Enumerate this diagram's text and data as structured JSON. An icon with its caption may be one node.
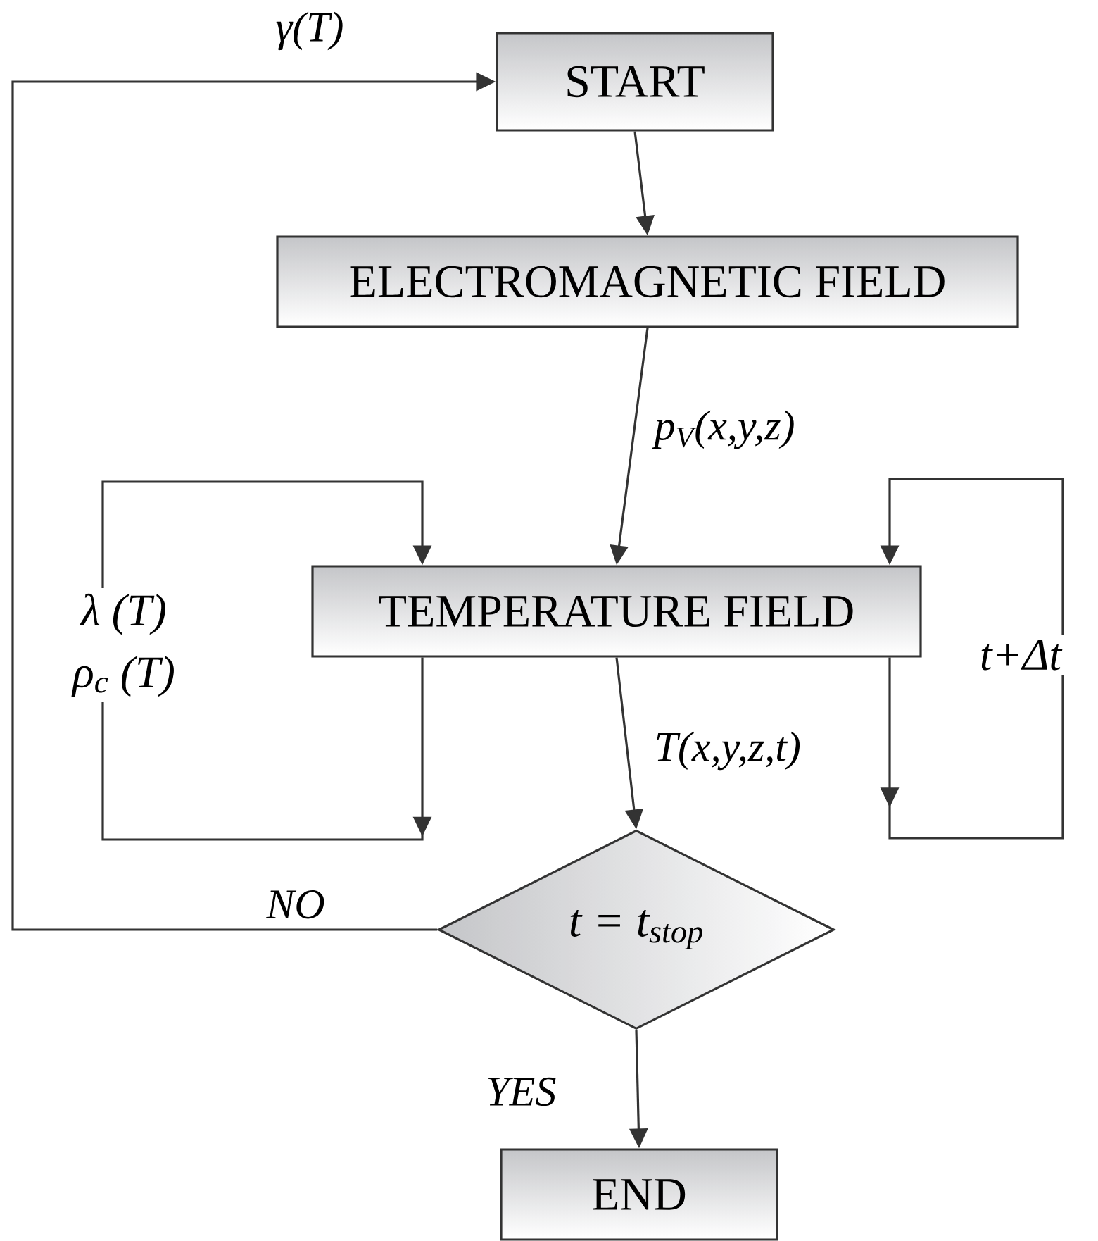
{
  "diagram": {
    "nodes": [
      {
        "text": [
          "START"
        ]
      },
      {
        "text": [
          "ELECTROMAGNETIC FIELD"
        ]
      },
      {
        "text": [
          "TEMPERATURE FIELD"
        ]
      },
      {
        "text": [
          "t = t$_{stop}$"
        ]
      },
      {
        "text": [
          "END"
        ]
      },
      {
        "text": [
          "λ (T)",
          "ρ$_{c}$ (T)"
        ]
      },
      {
        "text": [
          "t+Δt"
        ]
      }
    ],
    "edges": [
      {
        "from": 0,
        "to": 1,
        "arrow": "to"
      },
      {
        "from": 1,
        "to": 2,
        "arrow": "to",
        "label": "p$_{V}$(x,y,z)"
      },
      {
        "from": 2,
        "to": 3,
        "arrow": "to",
        "label": "T(x,y,z,t)"
      },
      {
        "from": 3,
        "to": 4,
        "arrow": "to",
        "label": "YES"
      },
      {
        "from": 3,
        "to": 0,
        "arrow": "to",
        "label": "NO"
      },
      {
        "from": 2,
        "to": 5,
        "arrow": "to"
      },
      {
        "from": 5,
        "to": 2,
        "arrow": "to"
      },
      {
        "from": 2,
        "to": 6,
        "arrow": "to"
      },
      {
        "from": 6,
        "to": 2,
        "arrow": "to"
      }
    ],
    "labels": [
      "γ(T)"
    ]
  }
}
